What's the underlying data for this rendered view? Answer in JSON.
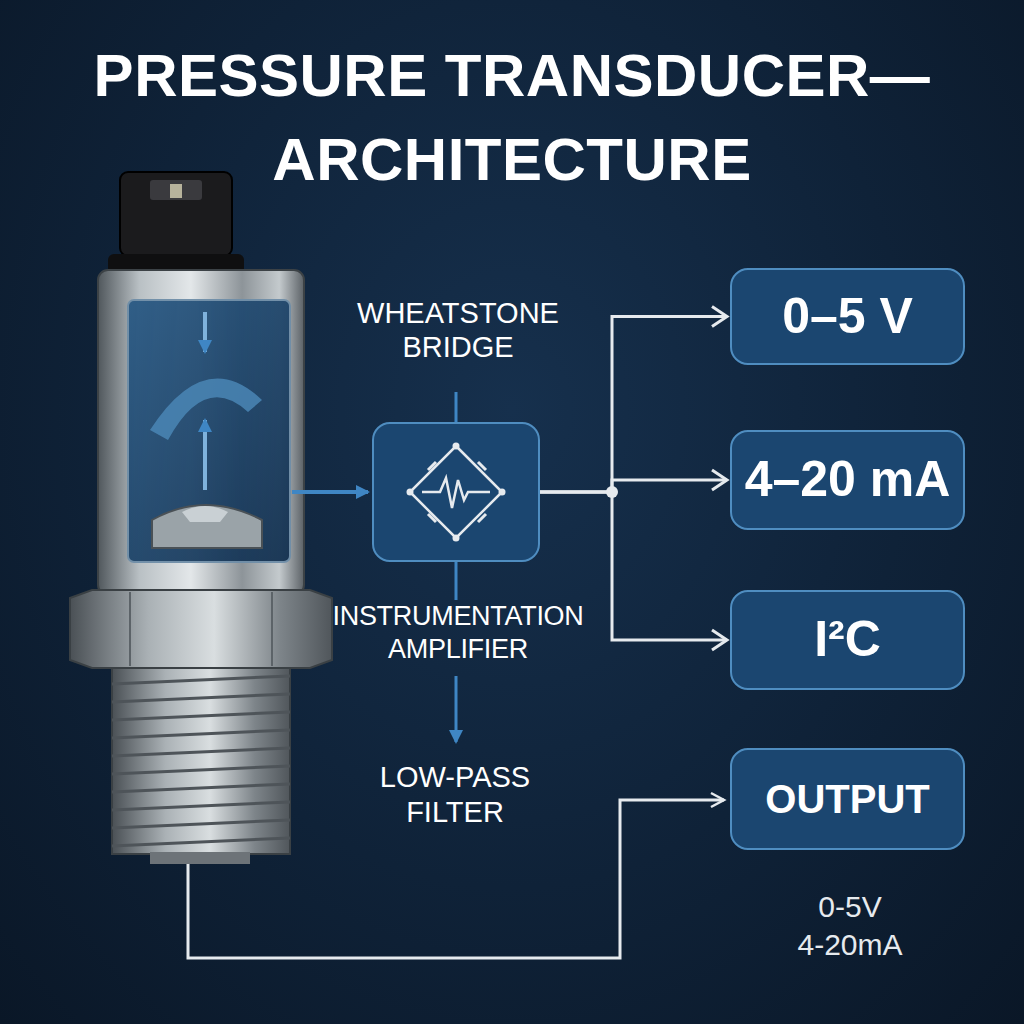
{
  "diagram": {
    "title": "PRESSURE TRANSDUCER— ARCHITECTURE",
    "nodes": [
      {
        "text": [
          "WHEATSTONE BRIDGE",
          "INSTRUMENTATION AMPLIFIER"
        ]
      },
      {
        "text": [
          "0–5 V"
        ]
      },
      {
        "text": [
          "4–20 mA"
        ]
      },
      {
        "text": [
          "I²C"
        ]
      },
      {
        "text": [
          "OUTPUT"
        ]
      }
    ],
    "edges": [
      {
        "from": 0,
        "to": 1,
        "arrow": "to"
      },
      {
        "from": 0,
        "to": 2,
        "arrow": "to"
      },
      {
        "from": 0,
        "to": 3,
        "arrow": "to"
      }
    ],
    "labels": [
      "LOW-PASS FILTER",
      "0-5V",
      "4-20mA"
    ]
  }
}
